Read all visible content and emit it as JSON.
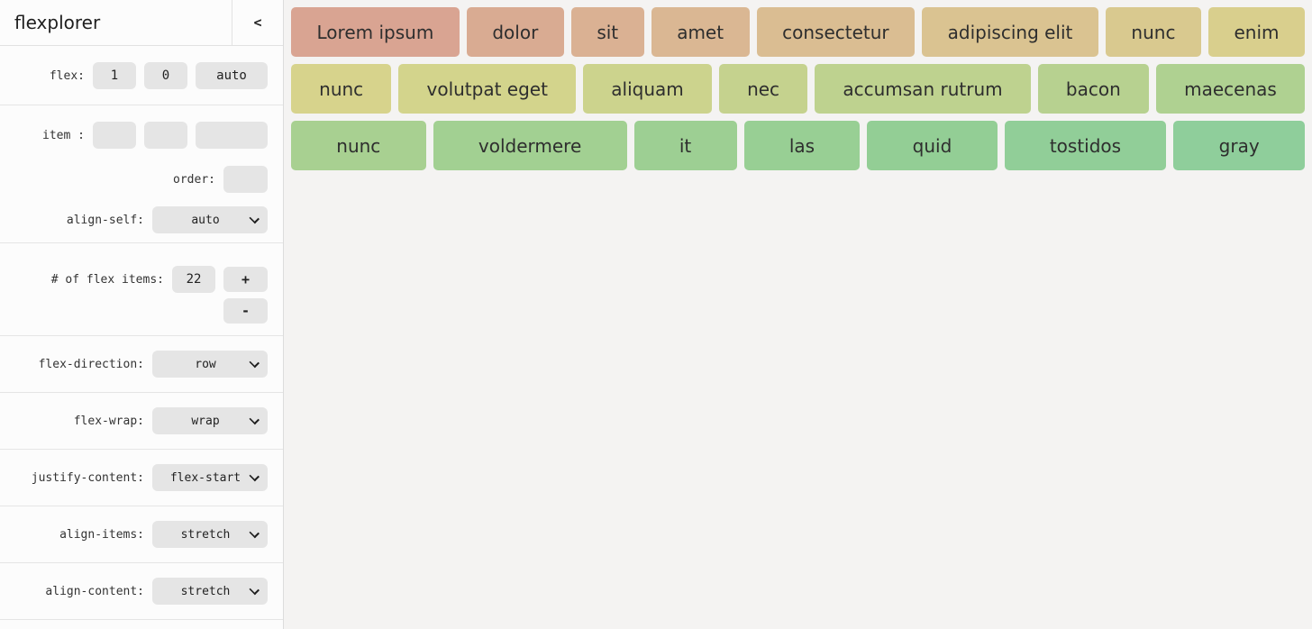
{
  "app": {
    "title": "flexplorer",
    "collapse_icon": "<"
  },
  "sidebar": {
    "flex": {
      "label": "flex:",
      "grow": "1",
      "shrink": "0",
      "basis": "auto"
    },
    "item": {
      "label": "item :",
      "grow": "",
      "shrink": "",
      "basis": ""
    },
    "order": {
      "label": "order:",
      "value": ""
    },
    "align_self": {
      "label": "align-self:",
      "value": "auto"
    },
    "count": {
      "label": "# of flex items:",
      "value": "22",
      "increment_label": "+",
      "decrement_label": "-"
    },
    "flex_direction": {
      "label": "flex-direction:",
      "value": "row"
    },
    "flex_wrap": {
      "label": "flex-wrap:",
      "value": "wrap"
    },
    "justify_content": {
      "label": "justify-content:",
      "value": "flex-start"
    },
    "align_items": {
      "label": "align-items:",
      "value": "stretch"
    },
    "align_content": {
      "label": "align-content:",
      "value": "stretch"
    }
  },
  "canvas": {
    "rows": [
      [
        {
          "label": "Lorem ipsum",
          "color": "#d9a492"
        },
        {
          "label": "dolor",
          "color": "#d9ab92"
        },
        {
          "label": "sit",
          "color": "#dab193"
        },
        {
          "label": "amet",
          "color": "#dab793"
        },
        {
          "label": "consectetur",
          "color": "#dabd92"
        },
        {
          "label": "adipiscing elit",
          "color": "#dac391"
        },
        {
          "label": "nunc",
          "color": "#d9c98f"
        },
        {
          "label": "enim",
          "color": "#d9cf8d"
        }
      ],
      [
        {
          "label": "nunc",
          "color": "#d7d38c"
        },
        {
          "label": "volutpat eget",
          "color": "#d3d48c"
        },
        {
          "label": "aliquam",
          "color": "#ccd38d"
        },
        {
          "label": "nec",
          "color": "#c5d28e"
        },
        {
          "label": "accumsan rutrum",
          "color": "#bed28f"
        },
        {
          "label": "bacon",
          "color": "#b7d190"
        },
        {
          "label": "maecenas",
          "color": "#afd191"
        }
      ],
      [
        {
          "label": "nunc",
          "color": "#a8d091"
        },
        {
          "label": "voldermere",
          "color": "#a2d092"
        },
        {
          "label": "it",
          "color": "#9dcf93"
        },
        {
          "label": "las",
          "color": "#98cf94"
        },
        {
          "label": "quid",
          "color": "#93ce95"
        },
        {
          "label": "tostidos",
          "color": "#91ce98"
        },
        {
          "label": "gray",
          "color": "#8fce9b"
        }
      ]
    ]
  },
  "colors": {
    "sidebar_bg": "#fcfcfc",
    "canvas_bg": "#f4f3f2",
    "control_bg": "#e5e5e5",
    "divider": "#e2e2e2",
    "item_text": "#2e2e2e"
  }
}
